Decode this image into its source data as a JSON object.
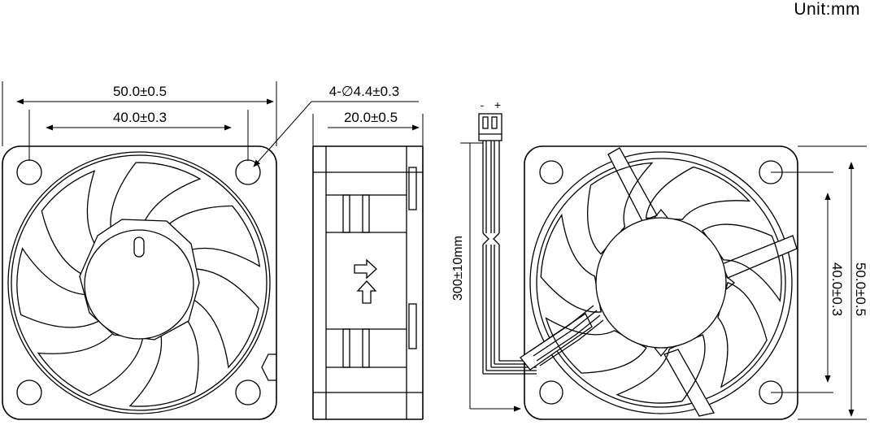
{
  "header": {
    "unit_label": "Unit:mm"
  },
  "front_view": {
    "dim_overall_width": "50.0±0.5",
    "dim_hole_spacing": "40.0±0.3",
    "dim_mount_hole": "4-∅4.4±0.3"
  },
  "side_view": {
    "dim_thickness": "20.0±0.5"
  },
  "cable": {
    "polarity_minus": "-",
    "polarity_plus": "+",
    "dim_length": "300±10mm"
  },
  "back_view": {
    "dim_hole_spacing": "40.0±0.3",
    "dim_overall_height": "50.0±0.5"
  }
}
